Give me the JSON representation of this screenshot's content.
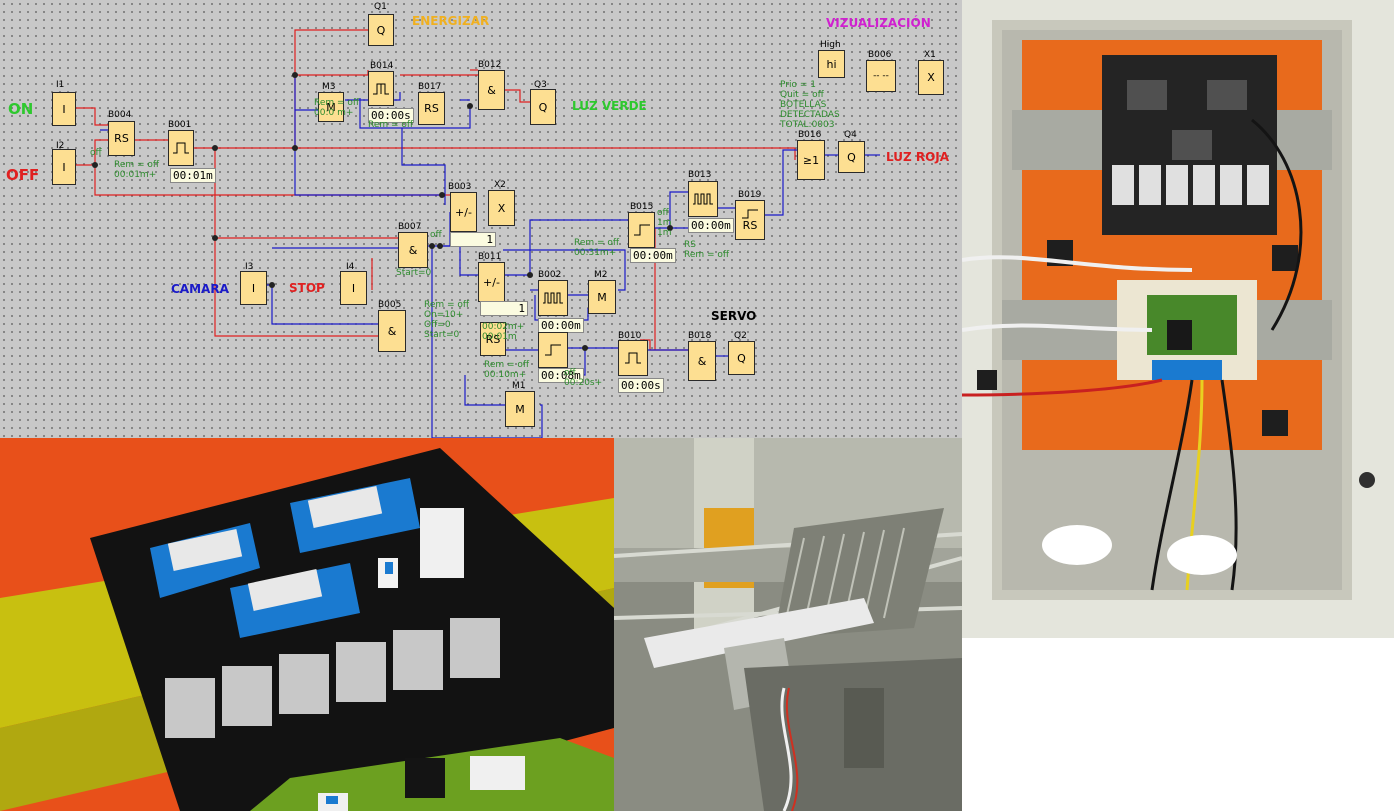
{
  "diagram": {
    "labels": {
      "on": "ON",
      "off": "OFF",
      "energizar": "ENERGIZAR",
      "luz_verde": "LUZ VERDE",
      "vizualizacion": "VIZUALIZACIÓN",
      "luz_roja": "LUZ ROJA",
      "camara": "CAMARA",
      "stop": "STOP",
      "servo": "SERVO"
    },
    "colors": {
      "red_wire": "#e02020",
      "blue_wire": "#1a1ac8",
      "block_fill": "#fddf92",
      "canvas": "#c8c8c8"
    },
    "blocks": {
      "I1": {
        "tag": "I1",
        "glyph": "I"
      },
      "I2": {
        "tag": "I2",
        "glyph": "I"
      },
      "I3": {
        "tag": "I3",
        "glyph": "I"
      },
      "I4": {
        "tag": "I4",
        "glyph": "I"
      },
      "B004": {
        "tag": "B004",
        "glyph": "RS"
      },
      "B001": {
        "tag": "B001",
        "timer": "00:01m"
      },
      "Q1": {
        "tag": "Q1",
        "glyph": "Q"
      },
      "M3": {
        "tag": "M3",
        "glyph": "M"
      },
      "B014": {
        "tag": "B014",
        "timer": "00:00s"
      },
      "B017": {
        "tag": "B017",
        "glyph": "RS"
      },
      "B012": {
        "tag": "B012",
        "glyph": "&"
      },
      "Q3": {
        "tag": "Q3",
        "glyph": "Q"
      },
      "High": {
        "tag": "High",
        "glyph": "hi"
      },
      "B006": {
        "tag": "B006",
        "glyph": "-- --"
      },
      "X1": {
        "tag": "X1",
        "glyph": "X"
      },
      "B016": {
        "tag": "B016",
        "glyph": "≥1"
      },
      "Q4": {
        "tag": "Q4",
        "glyph": "Q"
      },
      "B003": {
        "tag": "B003",
        "glyph": "+/-",
        "value": "1"
      },
      "X2": {
        "tag": "X2",
        "glyph": "X"
      },
      "B007": {
        "tag": "B007",
        "glyph": "&"
      },
      "B011": {
        "tag": "B011",
        "glyph": "+/-",
        "value": "1"
      },
      "B005": {
        "tag": "B005",
        "glyph": "&"
      },
      "B009": {
        "glyph": "RS"
      },
      "B015": {
        "tag": "B015",
        "timer": "00:00m"
      },
      "B013": {
        "tag": "B013",
        "timer": "00:00m"
      },
      "B019": {
        "tag": "B019",
        "glyph": "RS"
      },
      "B002": {
        "tag": "B002",
        "timer": "00:00m"
      },
      "M2": {
        "tag": "M2",
        "glyph": "M"
      },
      "B008": {
        "timer": "00:08m"
      },
      "B010": {
        "tag": "B010",
        "timer": "00:00s"
      },
      "B018": {
        "tag": "B018",
        "glyph": "&"
      },
      "Q2": {
        "tag": "Q2",
        "glyph": "Q"
      },
      "M1": {
        "tag": "M1",
        "glyph": "M"
      }
    },
    "params": {
      "b004": "Rem = off\n00:01m+",
      "off_small": "off",
      "m3": "Rem = off\n00:0 m+",
      "b017": "Rem = off",
      "prio": "Prio = 1\nQuit = off\nBOTELLAS\nDETECTADAS\nTOTAL:0003",
      "b003_off": "off",
      "b007": "Start=0",
      "b005": "Rem = off\nOn=10+\nOff=0\nStart=0",
      "b009": "00:02m+\n00:01m",
      "b015": "Rem = off\n00:31m+",
      "b015_right": "off\n1m\n1m",
      "b019": "RS\nRem = off",
      "b008": "Rem = off\n00:10m+",
      "b010": "off\n00:20s+"
    }
  }
}
